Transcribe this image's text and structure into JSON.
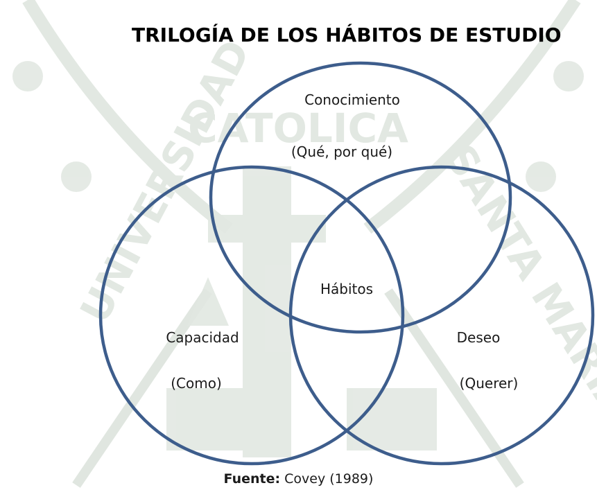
{
  "title": "TRILOGÍA DE LOS HÁBITOS DE ESTUDIO",
  "colors": {
    "circle_stroke": "#3d5d8c",
    "watermark": "#dde3dd",
    "text": "#1a1a1a"
  },
  "watermark": {
    "text_top": "CATOLICA",
    "text_left": "UNIVERSIDAD",
    "text_right": "SANTA MARIA"
  },
  "circles": {
    "top": {
      "label": "Conocimiento",
      "sublabel": "(Qué, por qué)"
    },
    "left": {
      "label": "Capacidad",
      "sublabel": "(Como)"
    },
    "right": {
      "label": "Deseo",
      "sublabel": "(Querer)"
    }
  },
  "center_label": "Hábitos",
  "source": {
    "prefix": "Fuente:",
    "text": "Covey (1989)"
  }
}
